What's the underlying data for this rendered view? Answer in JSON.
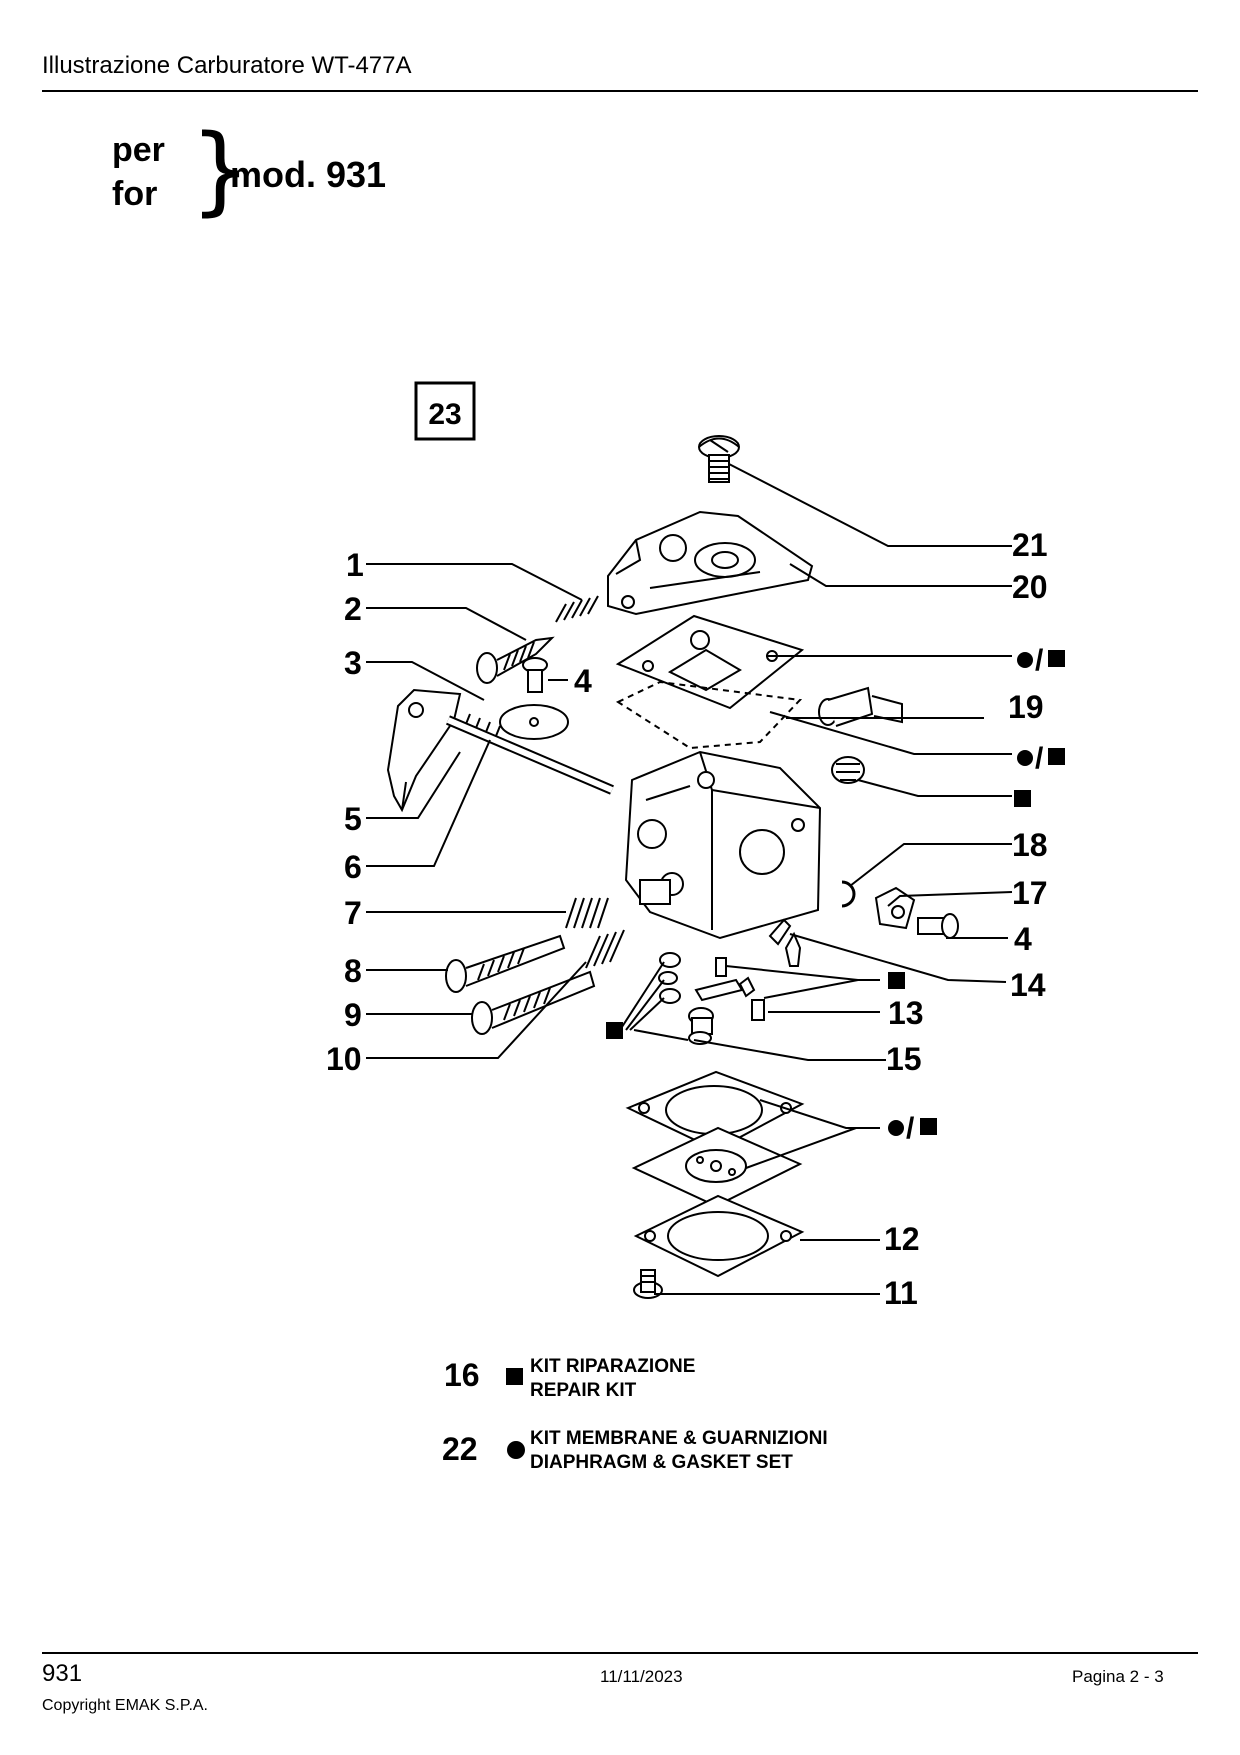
{
  "header": {
    "title": "Illustrazione  Carburatore WT-477A"
  },
  "model": {
    "line1": "per",
    "line2": "for",
    "text": "mod.  931"
  },
  "diagram": {
    "group_number": "23",
    "callouts": {
      "c1": "1",
      "c2": "2",
      "c3": "3",
      "c4a": "4",
      "c4b": "4",
      "c5": "5",
      "c6": "6",
      "c7": "7",
      "c8": "8",
      "c9": "9",
      "c10": "10",
      "c11": "11",
      "c12": "12",
      "c13": "13",
      "c14": "14",
      "c15": "15",
      "c17": "17",
      "c18": "18",
      "c19": "19",
      "c20": "20",
      "c21": "21",
      "mixed_separator": "/"
    },
    "legend": {
      "repair_kit_number": "16",
      "repair_kit_line1": "KIT RIPARAZIONE",
      "repair_kit_line2": "REPAIR KIT",
      "diaphragm_set_number": "22",
      "diaphragm_set_line1": "KIT MEMBRANE & GUARNIZIONI",
      "diaphragm_set_line2": "DIAPHRAGM & GASKET SET"
    }
  },
  "footer": {
    "model": "931",
    "date": "11/11/2023",
    "page": "Pagina 2 - 3",
    "copyright": "Copyright EMAK S.P.A."
  }
}
